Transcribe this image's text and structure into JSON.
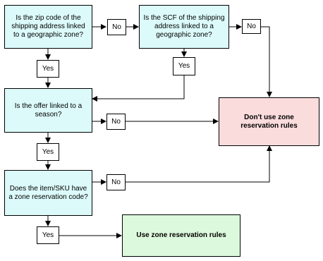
{
  "decisions": {
    "zip": "Is the zip code of the shipping address linked to a geographic zone?",
    "scf": "Is the SCF of the shipping address linked to a geographic zone?",
    "offer": "Is the offer linked to a season?",
    "sku": "Does the item/SKU have a zone reservation code?"
  },
  "labels": {
    "no_zip": "No",
    "no_scf": "No",
    "yes_zip": "Yes",
    "yes_scf": "Yes",
    "no_offer": "No",
    "yes_offer": "Yes",
    "no_sku": "No",
    "yes_sku": "Yes"
  },
  "outcomes": {
    "dont_use": "Don't use zone reservation rules",
    "use": "Use zone reservation rules"
  },
  "colors": {
    "decision_fill": "#dcfafa",
    "dont_use_fill": "#fbdcdc",
    "use_fill": "#ddf9dd",
    "line": "#000000"
  }
}
